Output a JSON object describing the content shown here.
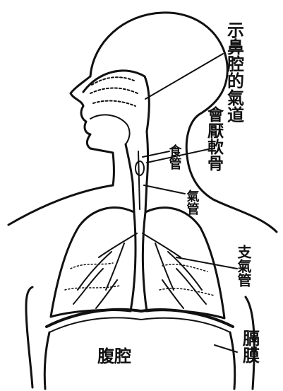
{
  "diagram": {
    "labels": {
      "nasal_airway": "示鼻腔的氣道",
      "epiglottis": "會厭軟骨",
      "esophagus": "食管",
      "trachea": "氣管",
      "bronchi": "支氣管",
      "diaphragm": "膈膜",
      "abdominal_cavity": "腹腔"
    }
  }
}
